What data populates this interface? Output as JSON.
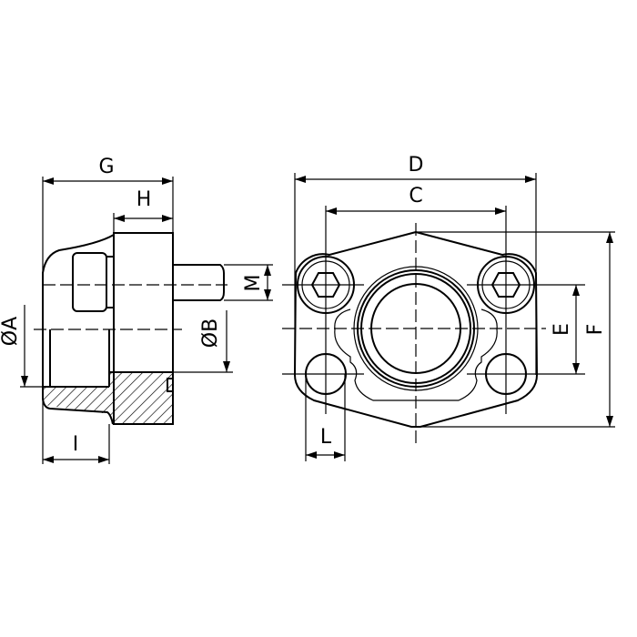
{
  "drawing": {
    "side_view_labels": {
      "G": "G",
      "H": "H",
      "M": "M",
      "B": "ØB",
      "A": "ØA",
      "I": "I"
    },
    "front_view_labels": {
      "D": "D",
      "C": "C",
      "E": "E",
      "F": "F",
      "L": "L"
    },
    "line_color": "#000000"
  }
}
